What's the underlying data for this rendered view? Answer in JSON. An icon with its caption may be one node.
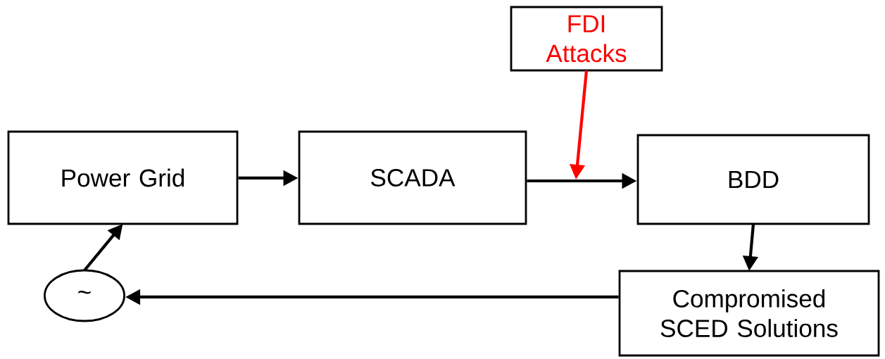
{
  "diagram": {
    "nodes": [
      {
        "text": [
          "FDI Attacks"
        ]
      },
      {
        "text": [
          "Power Grid"
        ]
      },
      {
        "text": [
          "SCADA"
        ]
      },
      {
        "text": [
          "BDD"
        ]
      },
      {
        "text": [
          "~"
        ]
      },
      {
        "text": [
          "Compromised SCED Solutions"
        ]
      }
    ],
    "edges": [
      {
        "from": 1,
        "to": 2,
        "arrow": "to"
      },
      {
        "from": 2,
        "to": 3,
        "arrow": "to"
      },
      {
        "from": 0,
        "to": null,
        "arrow": "to",
        "color": "#ff0000"
      },
      {
        "from": 3,
        "to": 5,
        "arrow": "to"
      },
      {
        "from": 5,
        "to": 4,
        "arrow": "to"
      },
      {
        "from": 4,
        "to": 1,
        "arrow": "to"
      }
    ]
  }
}
